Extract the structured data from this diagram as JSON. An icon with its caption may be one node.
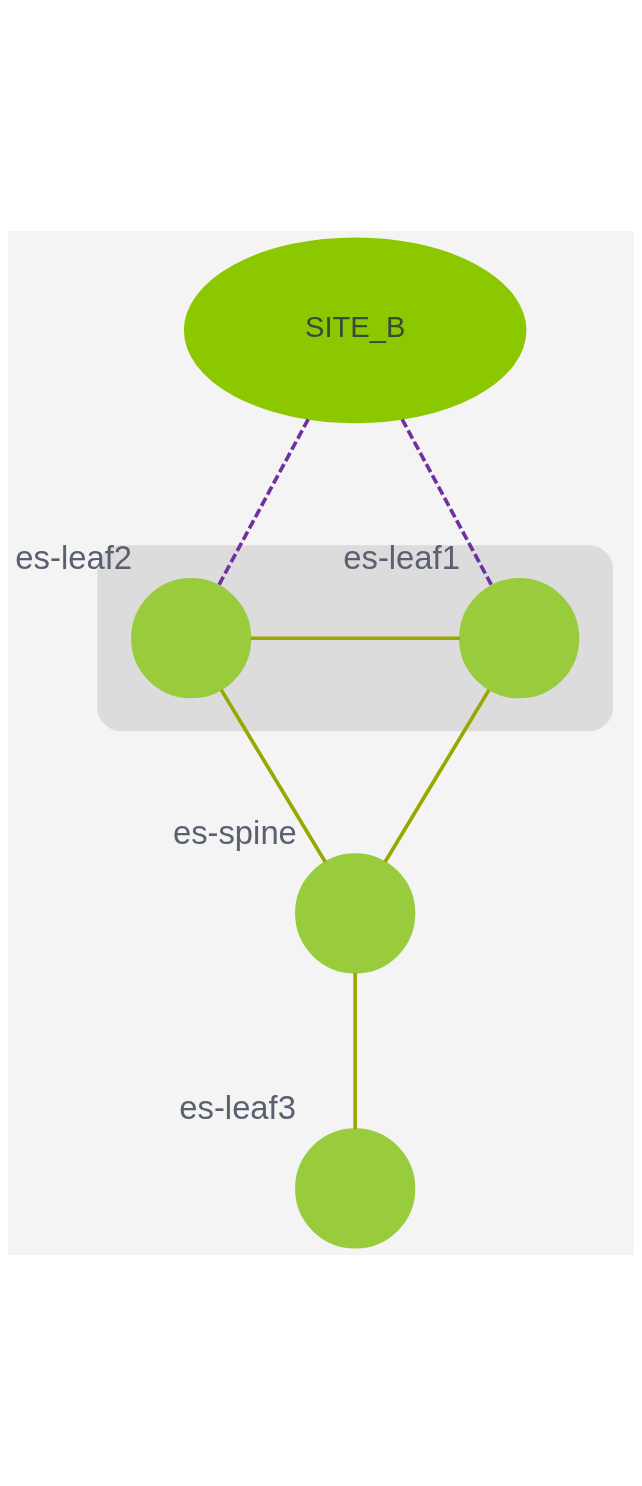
{
  "diagram": {
    "nodes": [
      {
        "text": [
          "SITE_B"
        ]
      },
      {
        "text": [],
        "shape": "box"
      },
      {
        "text": [
          "es-leaf1"
        ],
        "in": 1
      },
      {
        "text": [
          "es-leaf2"
        ],
        "in": 1
      },
      {
        "text": [
          "es-spine"
        ]
      },
      {
        "text": [
          "es-leaf3"
        ]
      }
    ],
    "edges": [
      {
        "from": 0,
        "to": 2,
        "arrow": "none",
        "style": "dashed",
        "color": "#7030a0"
      },
      {
        "from": 0,
        "to": 3,
        "arrow": "none",
        "style": "dashed",
        "color": "#7030a0"
      },
      {
        "from": 2,
        "to": 3,
        "arrow": "none"
      },
      {
        "from": 2,
        "to": 4,
        "arrow": "none"
      },
      {
        "from": 3,
        "to": 4,
        "arrow": "none"
      },
      {
        "from": 4,
        "to": 5,
        "arrow": "none"
      }
    ]
  }
}
